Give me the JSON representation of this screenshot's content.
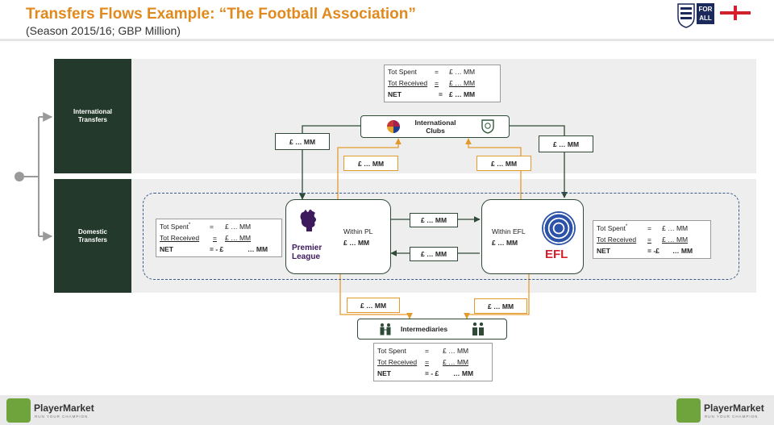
{
  "header": {
    "title": "Transfers Flows Example: “The Football Association”",
    "subtitle": "(Season 2015/16; GBP Million)"
  },
  "badges": {
    "fa_text": "FOR ALL"
  },
  "sections": {
    "international": "International\nTransfers",
    "domestic": "Domestic\nTransfers"
  },
  "intl_stats": {
    "spent_label": "Tot Spent",
    "spent_eq": "=",
    "spent_val": "£ … MM",
    "recv_label": "Tot Received",
    "recv_eq": "=",
    "recv_val": "£ … MM",
    "net_label": "NET",
    "net_eq": "=",
    "net_val": "£ … MM"
  },
  "intl_node": {
    "label": "International\nClubs"
  },
  "pl_stats": {
    "spent_label": "Tot Spent",
    "spent_sup": "*",
    "spent_eq": "=",
    "spent_val": "£ … MM",
    "recv_label": "Tot Received",
    "recv_eq": "=",
    "recv_val": "£ … MM",
    "net_label": "NET",
    "net_eq": "= - £",
    "net_val": "… MM"
  },
  "pl_node": {
    "logo_line1": "Premier",
    "logo_line2": "League",
    "label": "Within PL",
    "value": "£ … MM"
  },
  "efl_node": {
    "label": "Within EFL",
    "value": "£ … MM",
    "logo": "EFL"
  },
  "efl_stats": {
    "spent_label": "Tot Spent",
    "spent_sup": "*",
    "spent_eq": "=",
    "spent_val": "£ … MM",
    "recv_label": "Tot Received",
    "recv_eq": "=",
    "recv_val": "£ … MM",
    "net_label": "NET",
    "net_eq": "= -£",
    "net_val": "… MM"
  },
  "flows": {
    "pl_to_intl": "£ … MM",
    "intl_to_pl": "£ … MM",
    "efl_to_intl": "£ … MM",
    "intl_to_efl": "£ … MM",
    "pl_to_efl": "£ … MM",
    "efl_to_pl": "£ … MM",
    "pl_to_int": "£ … MM",
    "efl_to_int": "£ … MM"
  },
  "int_node": {
    "label": "Intermediaries"
  },
  "int_stats": {
    "spent_label": "Tot Spent",
    "spent_eq": "=",
    "spent_val": "£ … MM",
    "recv_label": "Tot Received",
    "recv_eq": "=",
    "recv_val": "£ … MM",
    "net_label": "NET",
    "net_eq": "= - £",
    "net_val": "… MM"
  },
  "footer": {
    "brand": "PlayerMarket",
    "tagline": "RUN YOUR CHAMPION"
  },
  "colors": {
    "accent_orange": "#e08a1e",
    "dark_green": "#23392b",
    "flow_orange": "#e39a2c",
    "dashed_blue": "#3a5a8a"
  }
}
